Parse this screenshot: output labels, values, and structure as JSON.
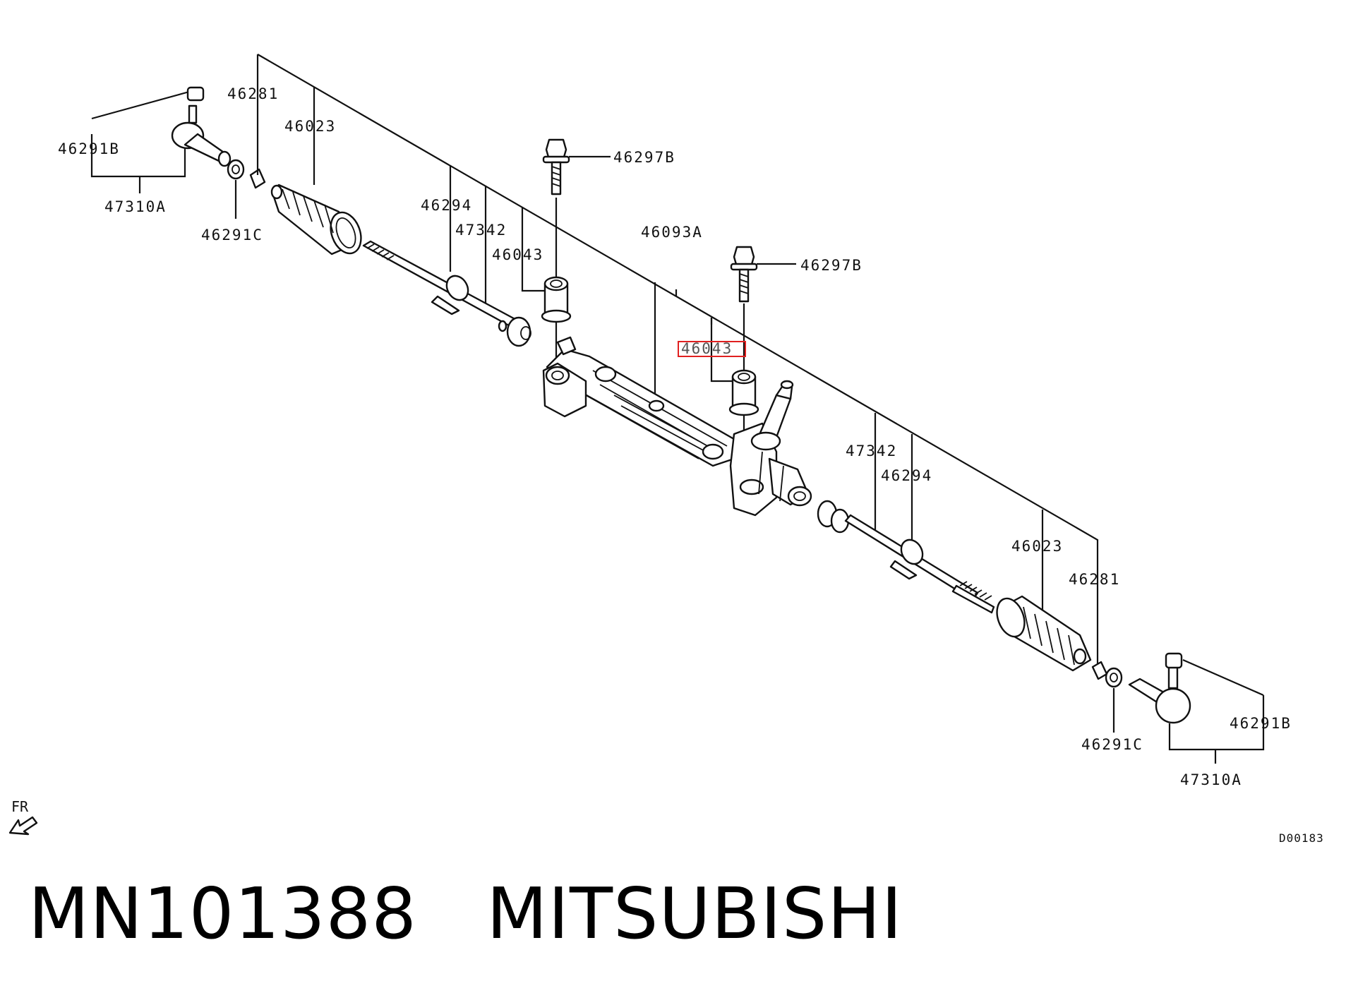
{
  "labels": {
    "l_46291b": "46291B",
    "l_47310a": "47310A",
    "l_46281": "46281",
    "l_46023": "46023",
    "l_46291c": "46291C",
    "l_46294": "46294",
    "l_47342": "47342",
    "l_46043_a": "46043",
    "l_46297b_a": "46297B",
    "l_46093a": "46093A",
    "l_46297b_b": "46297B",
    "l_46043_b": "46043",
    "l_47342_r": "47342",
    "l_46294_r": "46294",
    "l_46023_r": "46023",
    "l_46281_r": "46281",
    "l_46291b_r": "46291B",
    "l_46291c_r": "46291C",
    "l_47310a_r": "47310A"
  },
  "direction_label": "FR",
  "diagram_code": "D00183",
  "part_number": "MN101388",
  "brand": "MITSUBISHI",
  "highlight_color": "#e02020"
}
